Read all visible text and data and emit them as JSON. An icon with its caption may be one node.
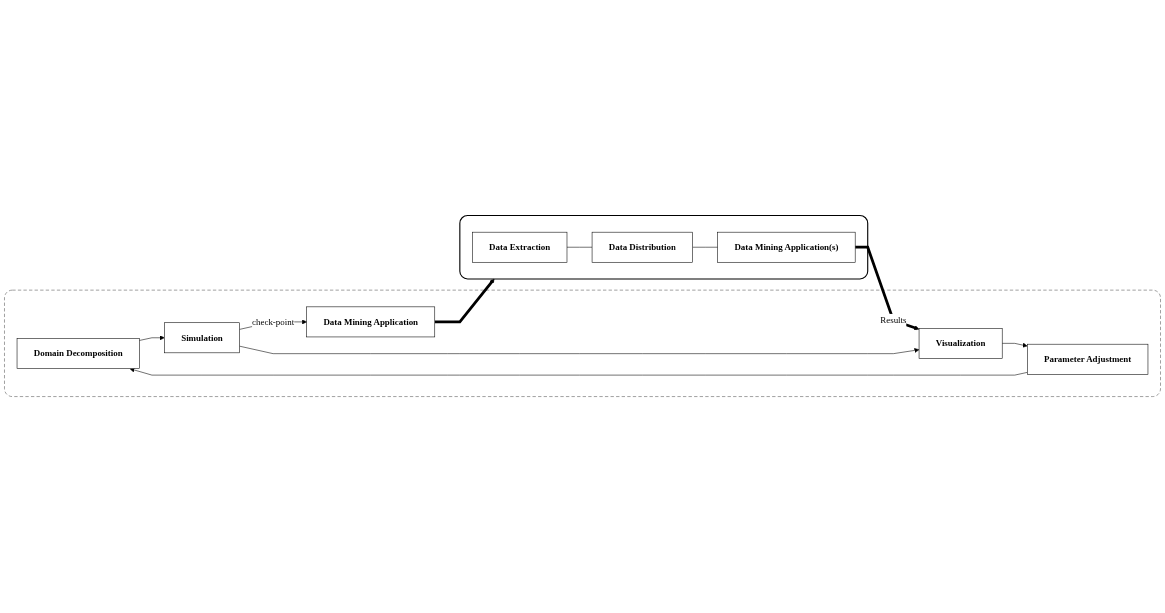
{
  "diagram": {
    "nodes": [
      {
        "text": [],
        "shape": "box"
      },
      {
        "text": [
          "Domain Decomposition"
        ],
        "in": 0
      },
      {
        "text": [
          "Simulation"
        ],
        "in": 0
      },
      {
        "text": [
          "Data Mining Application"
        ],
        "in": 0
      },
      {
        "text": [
          "Visualization"
        ],
        "in": 0
      },
      {
        "text": [
          "Parameter Adjustment"
        ],
        "in": 0
      },
      {
        "text": [],
        "shape": "box"
      },
      {
        "text": [
          "Data Extraction"
        ],
        "in": 6
      },
      {
        "text": [
          "Data Distribution"
        ],
        "in": 6
      },
      {
        "text": [
          "Data Mining Application(s)"
        ],
        "in": 6
      }
    ],
    "edges": [
      {
        "from": 1,
        "to": 2,
        "arrow": "to"
      },
      {
        "from": 2,
        "to": 3,
        "arrow": "to",
        "label": "check-point"
      },
      {
        "from": 2,
        "to": 4,
        "arrow": "to"
      },
      {
        "from": 4,
        "to": 5,
        "arrow": "to"
      },
      {
        "from": 5,
        "to": 1,
        "arrow": "to"
      },
      {
        "from": 3,
        "to": 6,
        "arrow": "to",
        "style": "thick"
      },
      {
        "from": 7,
        "to": 8,
        "arrow": "none"
      },
      {
        "from": 8,
        "to": 9,
        "arrow": "none"
      },
      {
        "from": 9,
        "to": 4,
        "arrow": "to",
        "style": "thick",
        "label": "Results"
      }
    ]
  }
}
